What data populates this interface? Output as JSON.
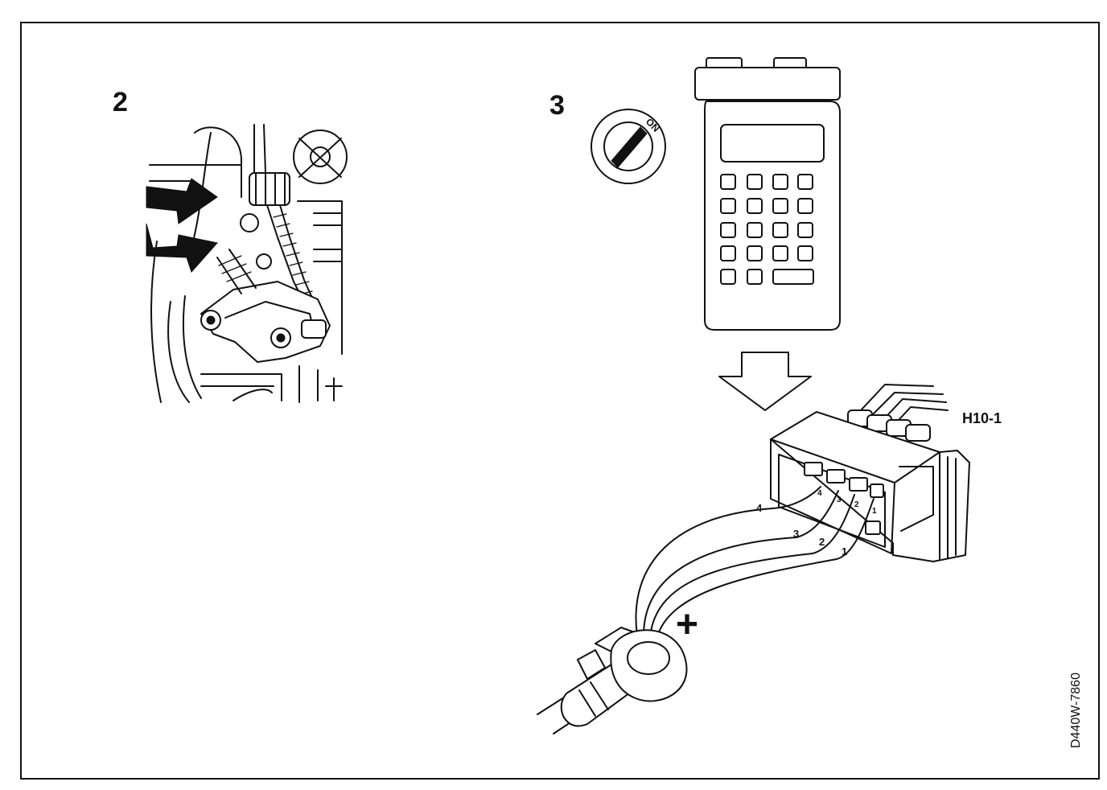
{
  "panels": [
    {
      "number": "2"
    },
    {
      "number": "3"
    }
  ],
  "ignition_key": {
    "label": "ON",
    "icon": "ignition-key-icon"
  },
  "connector": {
    "label": "H10-1",
    "pins": [
      "4",
      "3",
      "2",
      "1"
    ],
    "wires": [
      "4",
      "3",
      "2",
      "1"
    ]
  },
  "sensor": {
    "polarity": "+"
  },
  "figure_code": "D440W-7860",
  "colors": {
    "ink": "#111111",
    "paper": "#ffffff"
  }
}
